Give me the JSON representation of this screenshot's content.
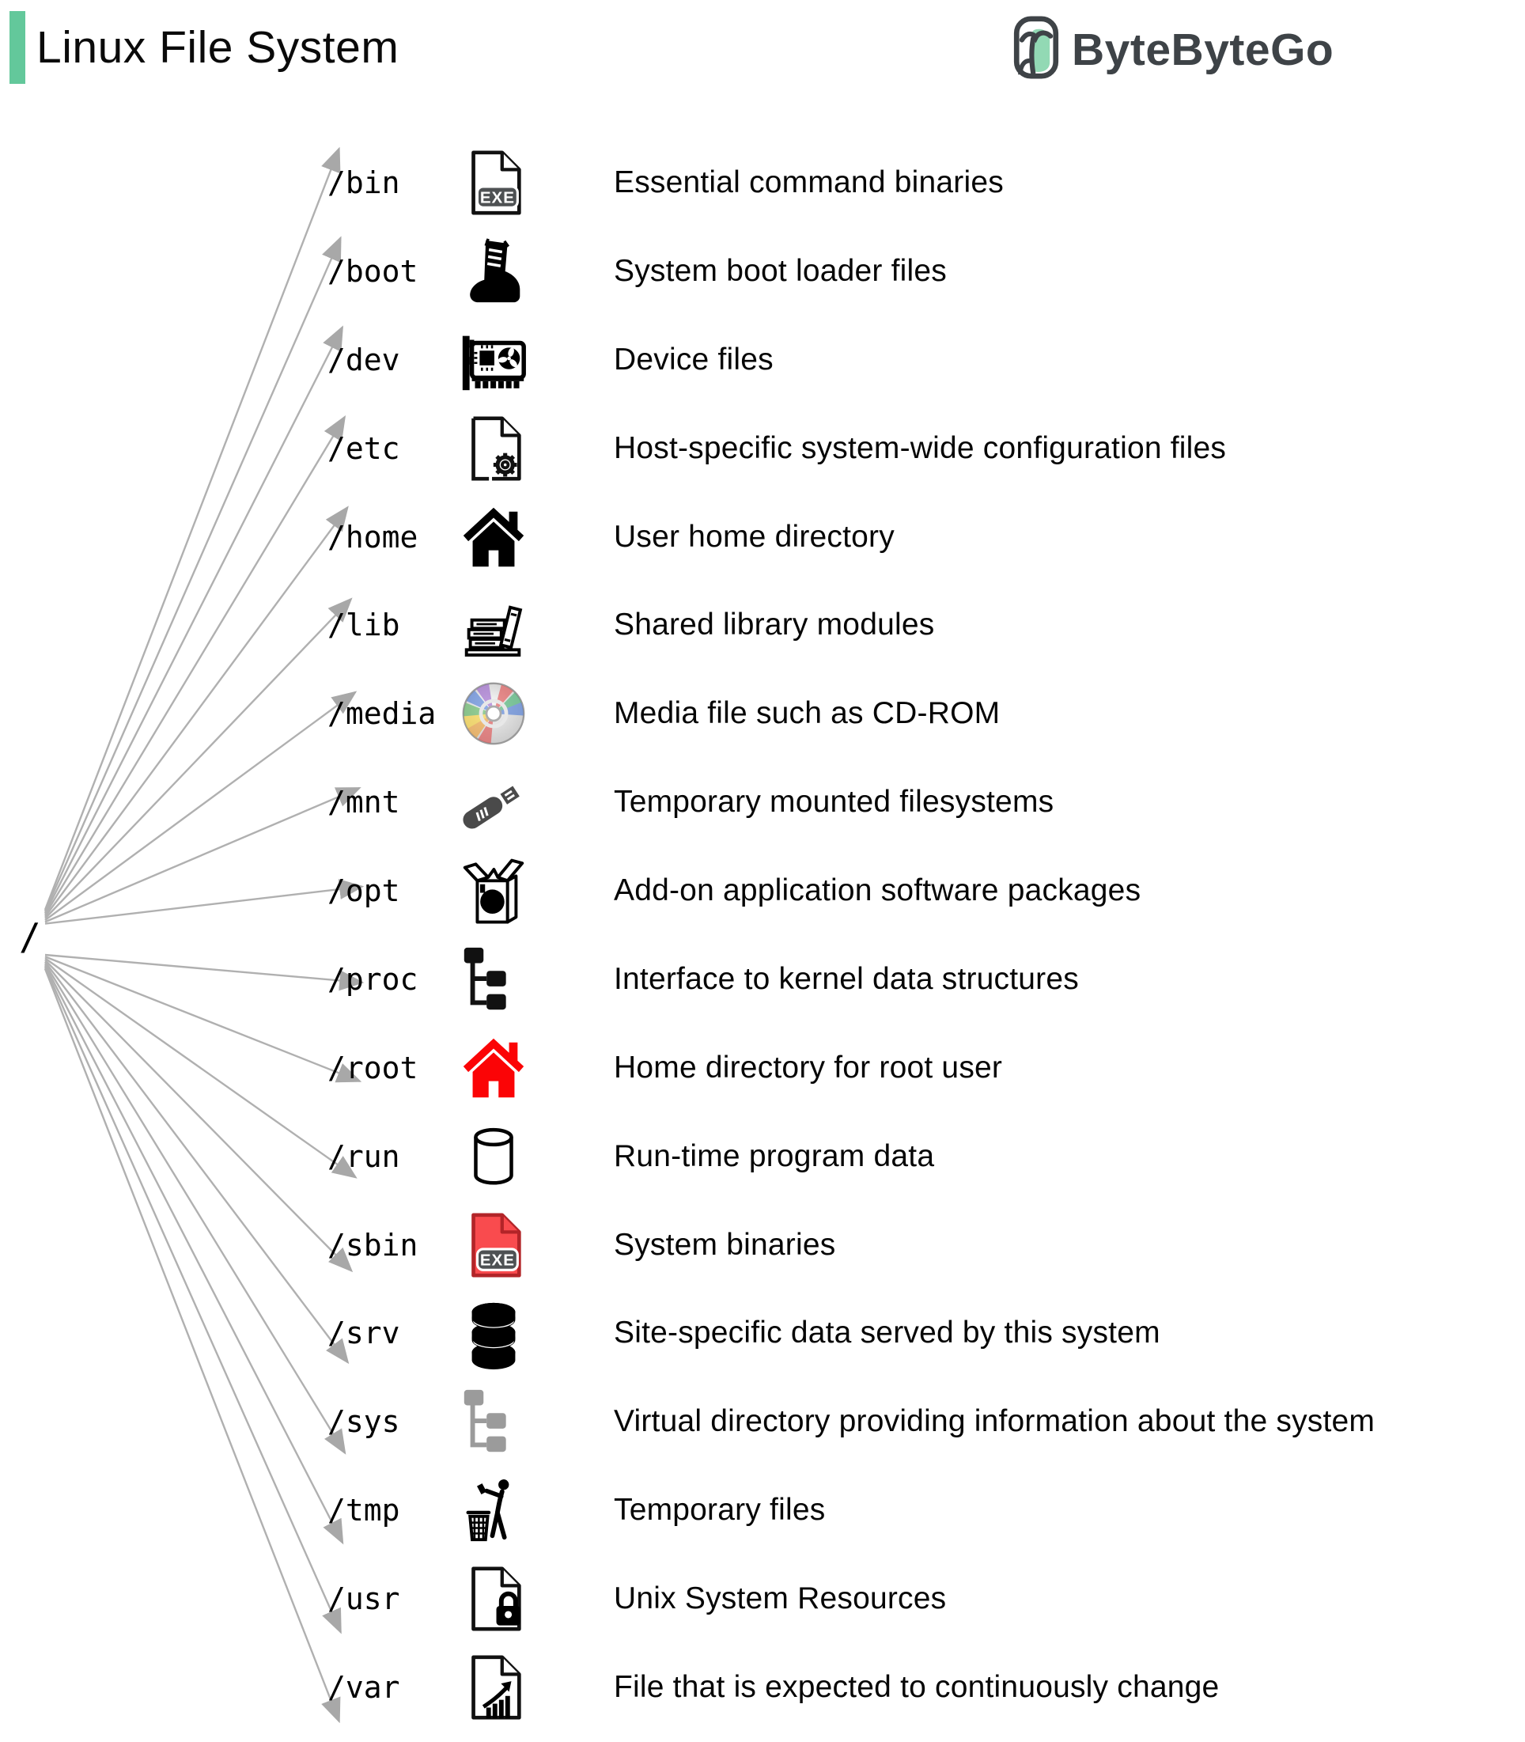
{
  "header": {
    "title": "Linux File System",
    "accent_color": "#63c89b",
    "brand": {
      "name": "ByteByteGo",
      "icon": "bytebytego-bird-icon",
      "text_color": "#3e4347",
      "icon_dark": "#3e4347",
      "icon_green": "#92d9b4"
    }
  },
  "tree": {
    "root_label": "/",
    "arrow_color": "#b0b0b0",
    "arrowhead_color": "#a8a8a8",
    "entries": [
      {
        "path": "/bin",
        "icon": "exe-file-icon",
        "description": "Essential command binaries"
      },
      {
        "path": "/boot",
        "icon": "boot-icon",
        "description": "System boot loader files"
      },
      {
        "path": "/dev",
        "icon": "graphics-card-icon",
        "description": "Device files"
      },
      {
        "path": "/etc",
        "icon": "file-gear-icon",
        "description": "Host-specific system-wide configuration files"
      },
      {
        "path": "/home",
        "icon": "home-icon",
        "description": "User home directory"
      },
      {
        "path": "/lib",
        "icon": "library-books-icon",
        "description": "Shared library modules"
      },
      {
        "path": "/media",
        "icon": "cd-disc-icon",
        "description": "Media file such as CD-ROM"
      },
      {
        "path": "/mnt",
        "icon": "usb-drive-icon",
        "description": "Temporary mounted filesystems"
      },
      {
        "path": "/opt",
        "icon": "package-box-icon",
        "description": "Add-on application software packages"
      },
      {
        "path": "/proc",
        "icon": "process-tree-icon",
        "description": "Interface to kernel data structures"
      },
      {
        "path": "/root",
        "icon": "red-home-icon",
        "description": "Home directory for root user"
      },
      {
        "path": "/run",
        "icon": "cylinder-icon",
        "description": "Run-time program data"
      },
      {
        "path": "/sbin",
        "icon": "red-exe-file-icon",
        "description": "System binaries"
      },
      {
        "path": "/srv",
        "icon": "database-icon",
        "description": "Site-specific data served by this system"
      },
      {
        "path": "/sys",
        "icon": "gray-tree-icon",
        "description": "Virtual directory providing information about the system"
      },
      {
        "path": "/tmp",
        "icon": "trash-disposal-icon",
        "description": "Temporary files"
      },
      {
        "path": "/usr",
        "icon": "file-lock-icon",
        "description": "Unix System Resources"
      },
      {
        "path": "/var",
        "icon": "file-chart-icon",
        "description": "File that is expected to continuously change"
      }
    ]
  }
}
